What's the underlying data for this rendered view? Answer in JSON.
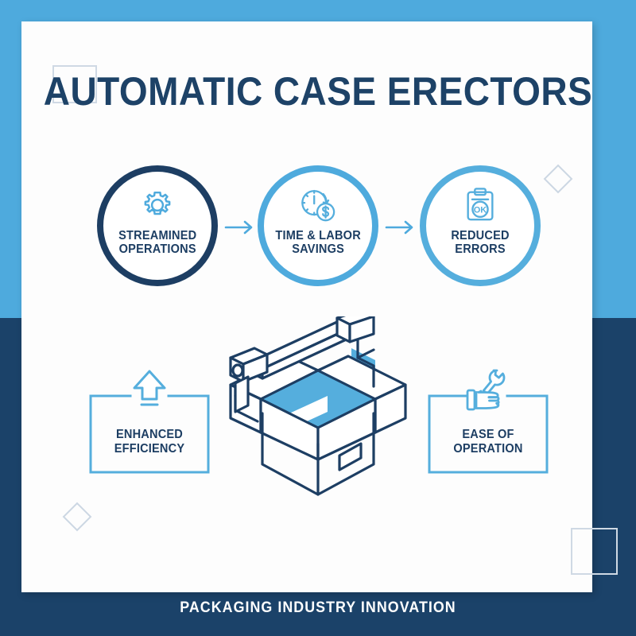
{
  "theme": {
    "light_blue": "#4eaadd",
    "dark_navy": "#1b4269",
    "text_navy": "#1d3e63",
    "deco_gray": "#ccd7e3",
    "card_white": "#fdfdfd"
  },
  "header": {
    "title": "AUTOMATIC CASE ERECTORS"
  },
  "process": {
    "steps": [
      {
        "label": "STREAMINED\nOPERATIONS",
        "line1": "STREAMINED",
        "line2": "OPERATIONS",
        "icon": "gear-icon",
        "ring_color": "#1d3e63"
      },
      {
        "label": "TIME & LABOR\nSAVINGS",
        "line1": "TIME & LABOR",
        "line2": "SAVINGS",
        "icon": "clock-money-icon",
        "ring_color": "#4eaadd"
      },
      {
        "label": "REDUCED\nERRORS",
        "line1": "REDUCED",
        "line2": "ERRORS",
        "icon": "clipboard-ok-icon",
        "ring_color": "#55aedd"
      }
    ],
    "connector_icon": "arrow-right-icon",
    "connector_count": 2
  },
  "benefits": [
    {
      "line1": "ENHANCED",
      "line2": "EFFICIENCY",
      "icon": "up-arrow-icon",
      "border_color": "#4eaadd"
    },
    {
      "line1": "EASE OF",
      "line2": "OPERATION",
      "icon": "hand-wrench-icon",
      "border_color": "#4eaadd"
    }
  ],
  "illustration": {
    "name": "case-erector-machine-illustration",
    "description": "Isometric open cardboard box with overhead gantry robot arm",
    "outline_color": "#1d3e63",
    "fill_color": "#55aedd"
  },
  "decorations": [
    {
      "name": "deco-rect-top-left",
      "shape": "rectangle"
    },
    {
      "name": "deco-rect-bottom-right",
      "shape": "square"
    },
    {
      "name": "deco-diamond-top-right",
      "shape": "diamond"
    },
    {
      "name": "deco-diamond-bottom-left",
      "shape": "diamond"
    }
  ],
  "footer": {
    "text": "PACKAGING INDUSTRY INNOVATION"
  }
}
